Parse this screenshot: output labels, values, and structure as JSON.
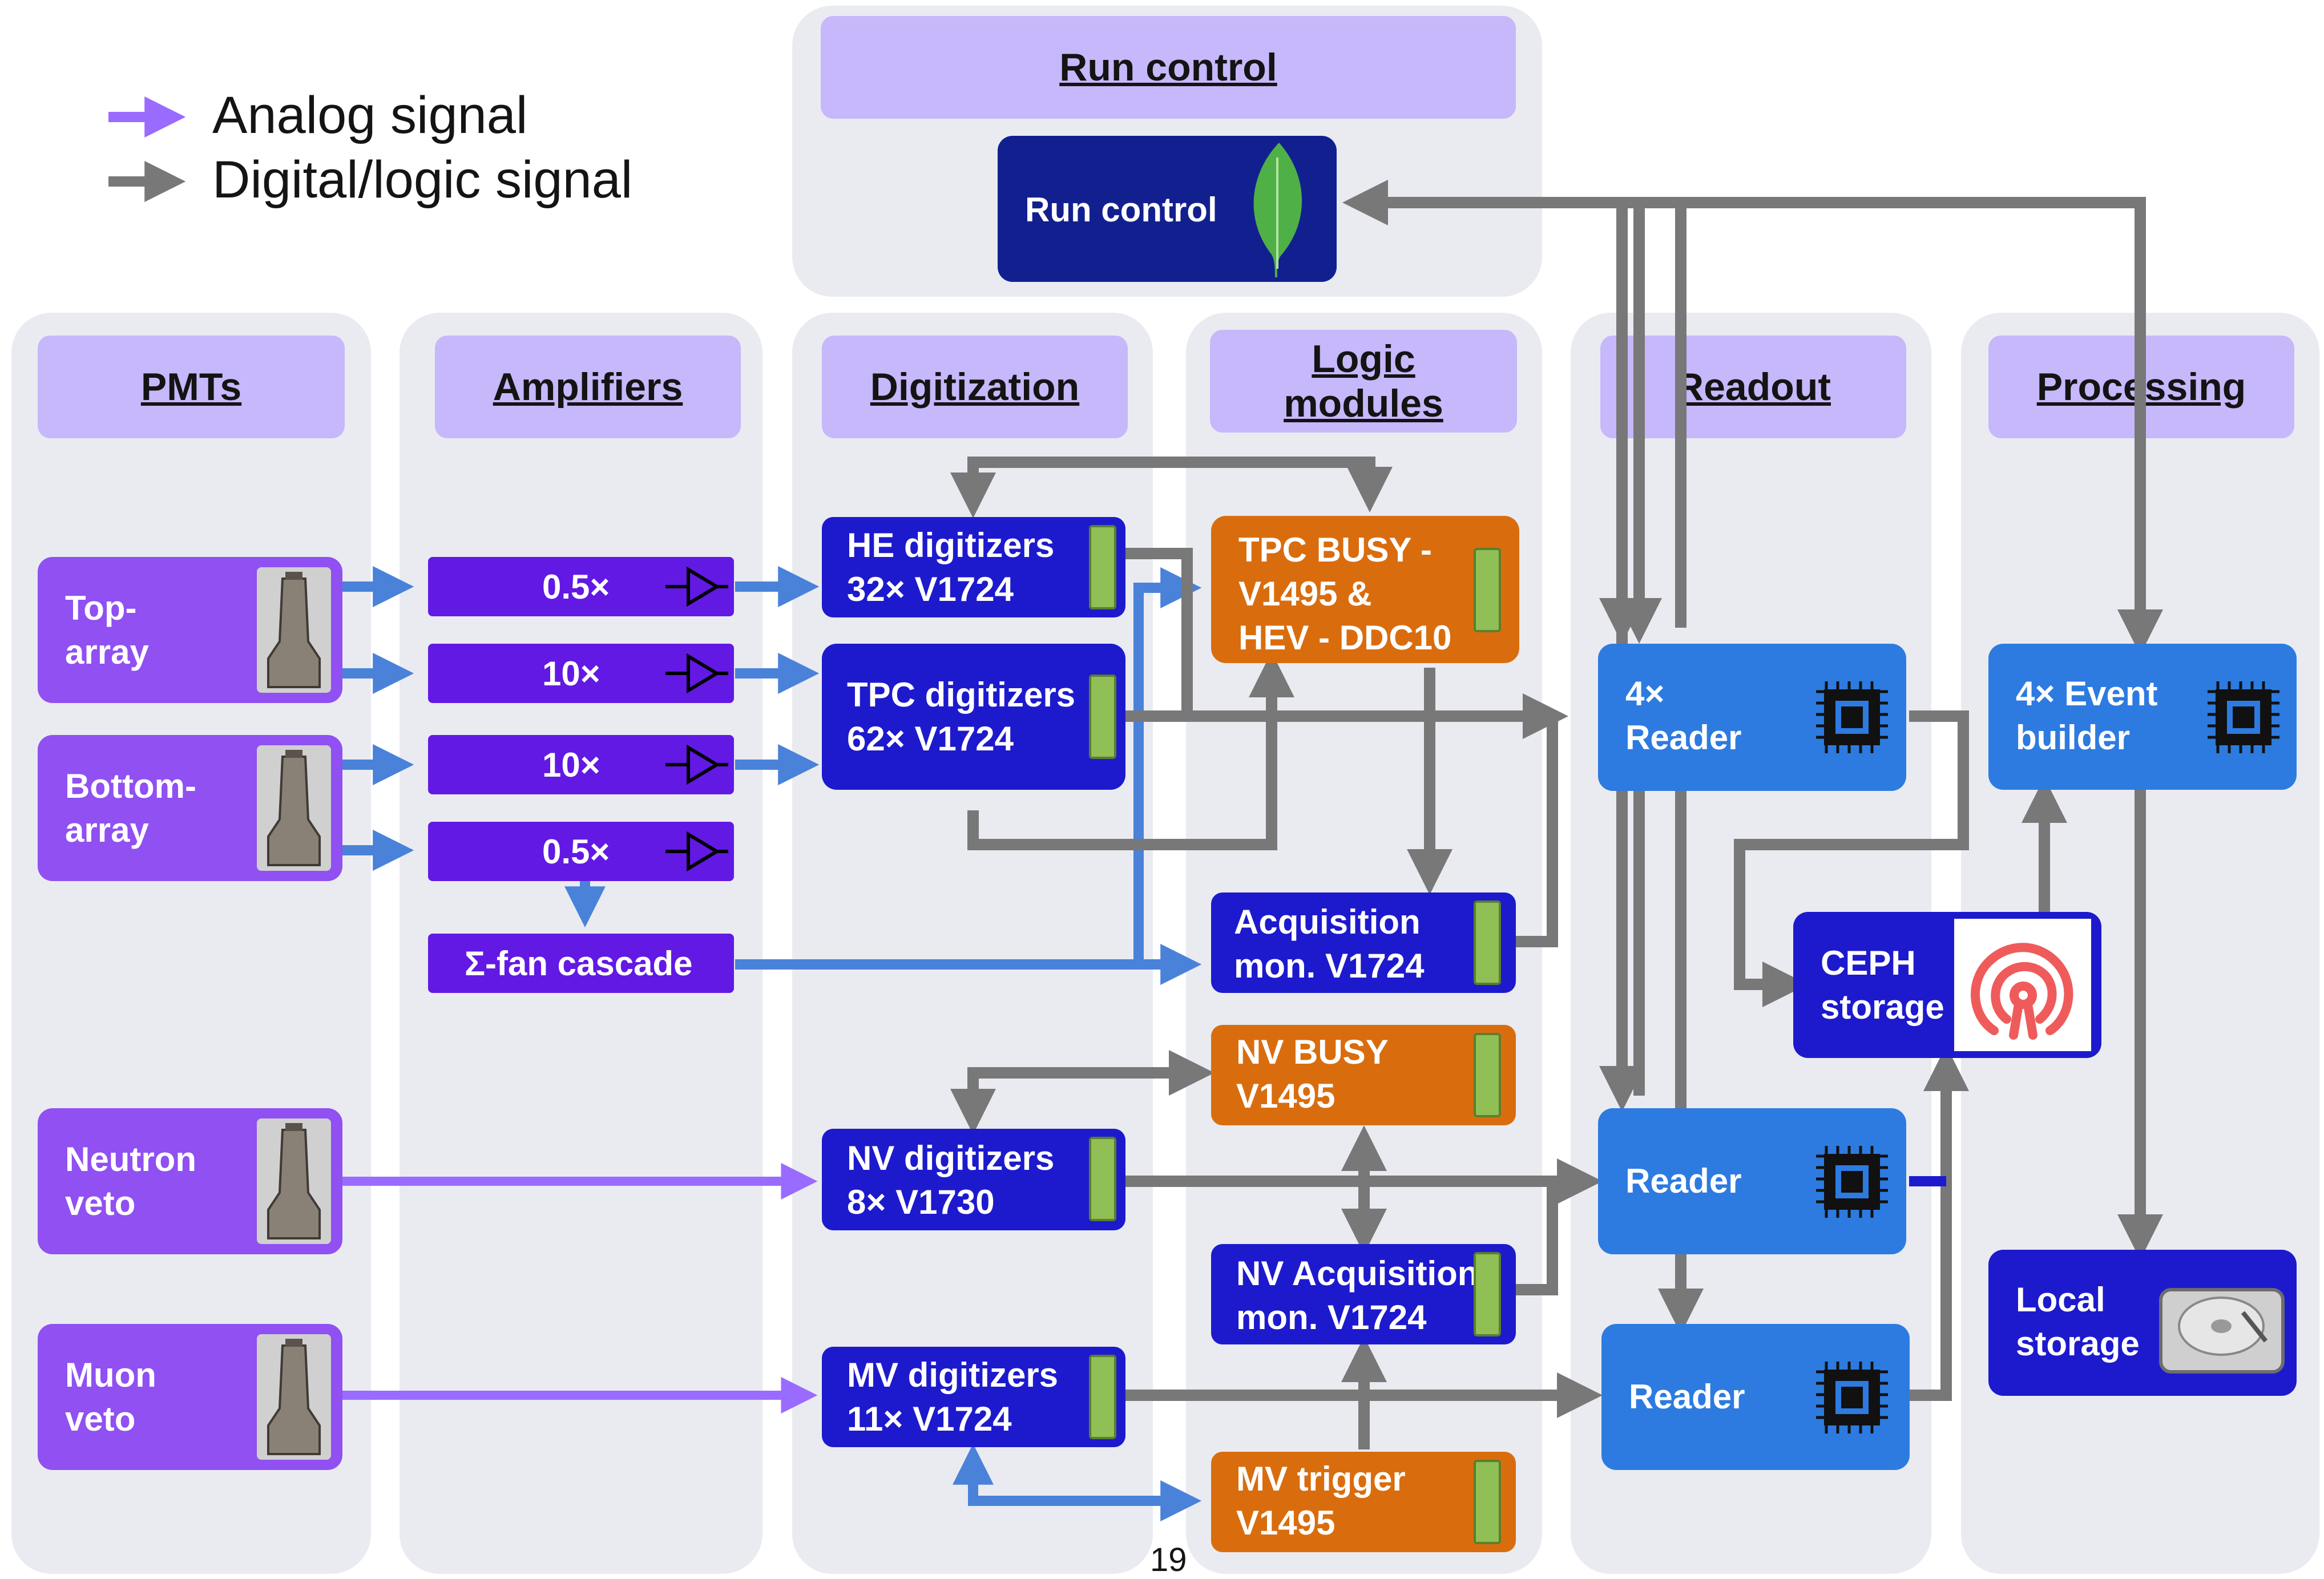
{
  "legend": {
    "analog": {
      "label": "Analog signal",
      "color": "#9a6bff"
    },
    "digital": {
      "label": "Digital/logic signal",
      "color": "#787878"
    }
  },
  "columns": {
    "run_control": "Run control",
    "pmts": "PMTs",
    "amplifiers": "Amplifiers",
    "digitization": "Digitization",
    "logic_modules": "Logic\nmodules",
    "readout": "Readout",
    "processing": "Processing"
  },
  "run_control_box": {
    "label": "Run control",
    "icon": "leaf-icon"
  },
  "pmts": {
    "top_array": "Top-\narray",
    "bottom_array": "Bottom-\narray",
    "neutron_veto": "Neutron\nveto",
    "muon_veto": "Muon\nveto"
  },
  "amplifiers": {
    "amp1": "0.5×",
    "amp2": "10×",
    "amp3": "10×",
    "amp4": "0.5×",
    "fan": "Σ-fan cascade"
  },
  "digitizers": {
    "he": "HE digitizers\n32× V1724",
    "tpc": "TPC digitizers\n62× V1724",
    "nv": "NV digitizers\n8× V1730",
    "mv": "MV digitizers\n11× V1724"
  },
  "logic": {
    "tpc_busy": "TPC BUSY -\nV1495 &\nHEV - DDC10",
    "acq_mon": "Acquisition\nmon. V1724",
    "nv_busy": "NV BUSY\nV1495",
    "nv_acq": "NV Acquisition\nmon. V1724",
    "mv_trigger": "MV trigger\nV1495"
  },
  "readout": {
    "reader4": "4×\nReader",
    "reader_nv": "Reader",
    "reader_mv": "Reader"
  },
  "processing": {
    "event_builder": "4× Event\nbuilder",
    "ceph": "CEPH\nstorage",
    "local": "Local\nstorage"
  },
  "colors": {
    "pmt_box": "#9050f2",
    "amplifier": "#6219e4",
    "digitizer": "#1d1acd",
    "logic_orange": "#d96d0e",
    "reader": "#2d7be0",
    "header": "#c7b7fb",
    "analog_wire": "#9a6bff",
    "digital_wire": "#787878",
    "blue_wire": "#4a82d9"
  },
  "page_number": "19"
}
